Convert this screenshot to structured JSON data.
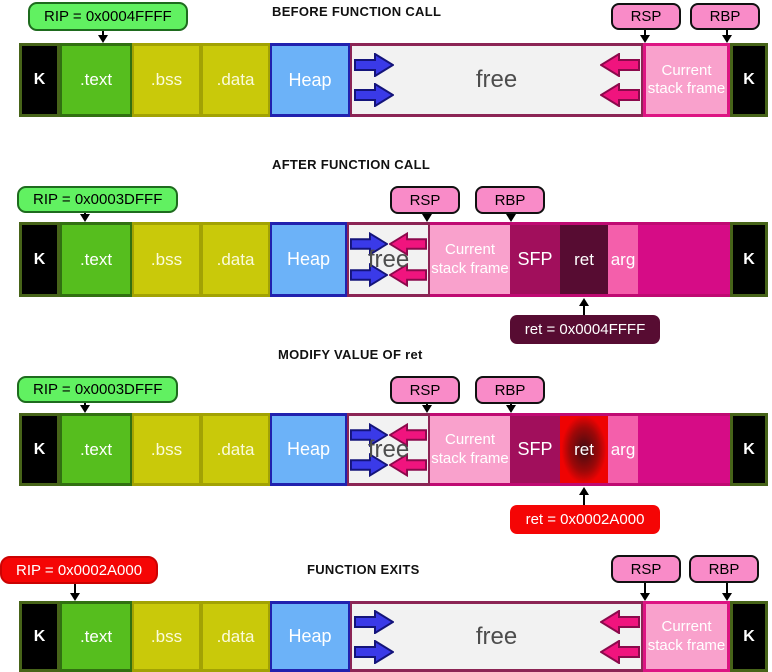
{
  "colors": {
    "kernel_fill": "#000000",
    "kernel_border": "#476419",
    "text_fill": "#56BE1E",
    "bss_data_fill": "#C9C90A",
    "heap_fill": "#6CB2F8",
    "free_fill": "#F2F2F2",
    "stack_frame_fill": "#F9A1CC",
    "sfp_fill": "#A10F5C",
    "ret_fill": "#570C32",
    "arg_fill": "#F45FAB",
    "prev_frame_fill": "#D60C86",
    "rip_green": "#61F161",
    "rip_red": "#F50505",
    "register_pink": "#F98BC8",
    "blue_arrow": "#3A3AE8",
    "pink_arrow": "#F0147E"
  },
  "labels": {
    "rsp": "RSP",
    "rbp": "RBP",
    "kernel": "K",
    "text_seg": ".text",
    "bss": ".bss",
    "data": ".data",
    "heap": "Heap",
    "free": "free",
    "stack_frame": "Current stack frame",
    "sfp": "SFP",
    "ret": "ret",
    "arg": "arg"
  },
  "rows": [
    {
      "title": "BEFORE FUNCTION CALL",
      "rip": "RIP = 0x0004FFFF"
    },
    {
      "title": "AFTER FUNCTION CALL",
      "rip": "RIP = 0x0003DFFF",
      "ret_note": "ret = 0x0004FFFF"
    },
    {
      "title": "MODIFY VALUE OF ret",
      "rip": "RIP = 0x0003DFFF",
      "ret_note": "ret = 0x0002A000"
    },
    {
      "title": "FUNCTION EXITS",
      "rip": "RIP = 0x0002A000"
    }
  ]
}
